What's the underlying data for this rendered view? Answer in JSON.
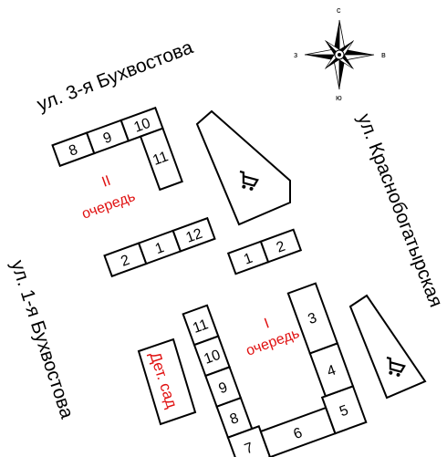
{
  "streets": {
    "third_bukhvostova": "ул. 3-я Бухвостова",
    "first_bukhvostova": "ул. 1-я Бухвостова",
    "krasnobogatyrskaya": "ул. Краснобогатырская"
  },
  "phases": {
    "second": [
      "II",
      "очередь"
    ],
    "first": [
      "I",
      "очередь"
    ]
  },
  "kindergarten": "Дет. сад",
  "compass": {
    "north": "с",
    "south": "ю",
    "west": "з",
    "east": "в"
  },
  "buildings": [
    "1",
    "2",
    "3",
    "4",
    "5",
    "6",
    "7",
    "8",
    "9",
    "10",
    "11",
    "12"
  ],
  "colors": {
    "phase_labels": "#e01010",
    "outline": "#000000"
  },
  "icons": [
    "shopping-cart-icon",
    "compass-rose-icon"
  ]
}
